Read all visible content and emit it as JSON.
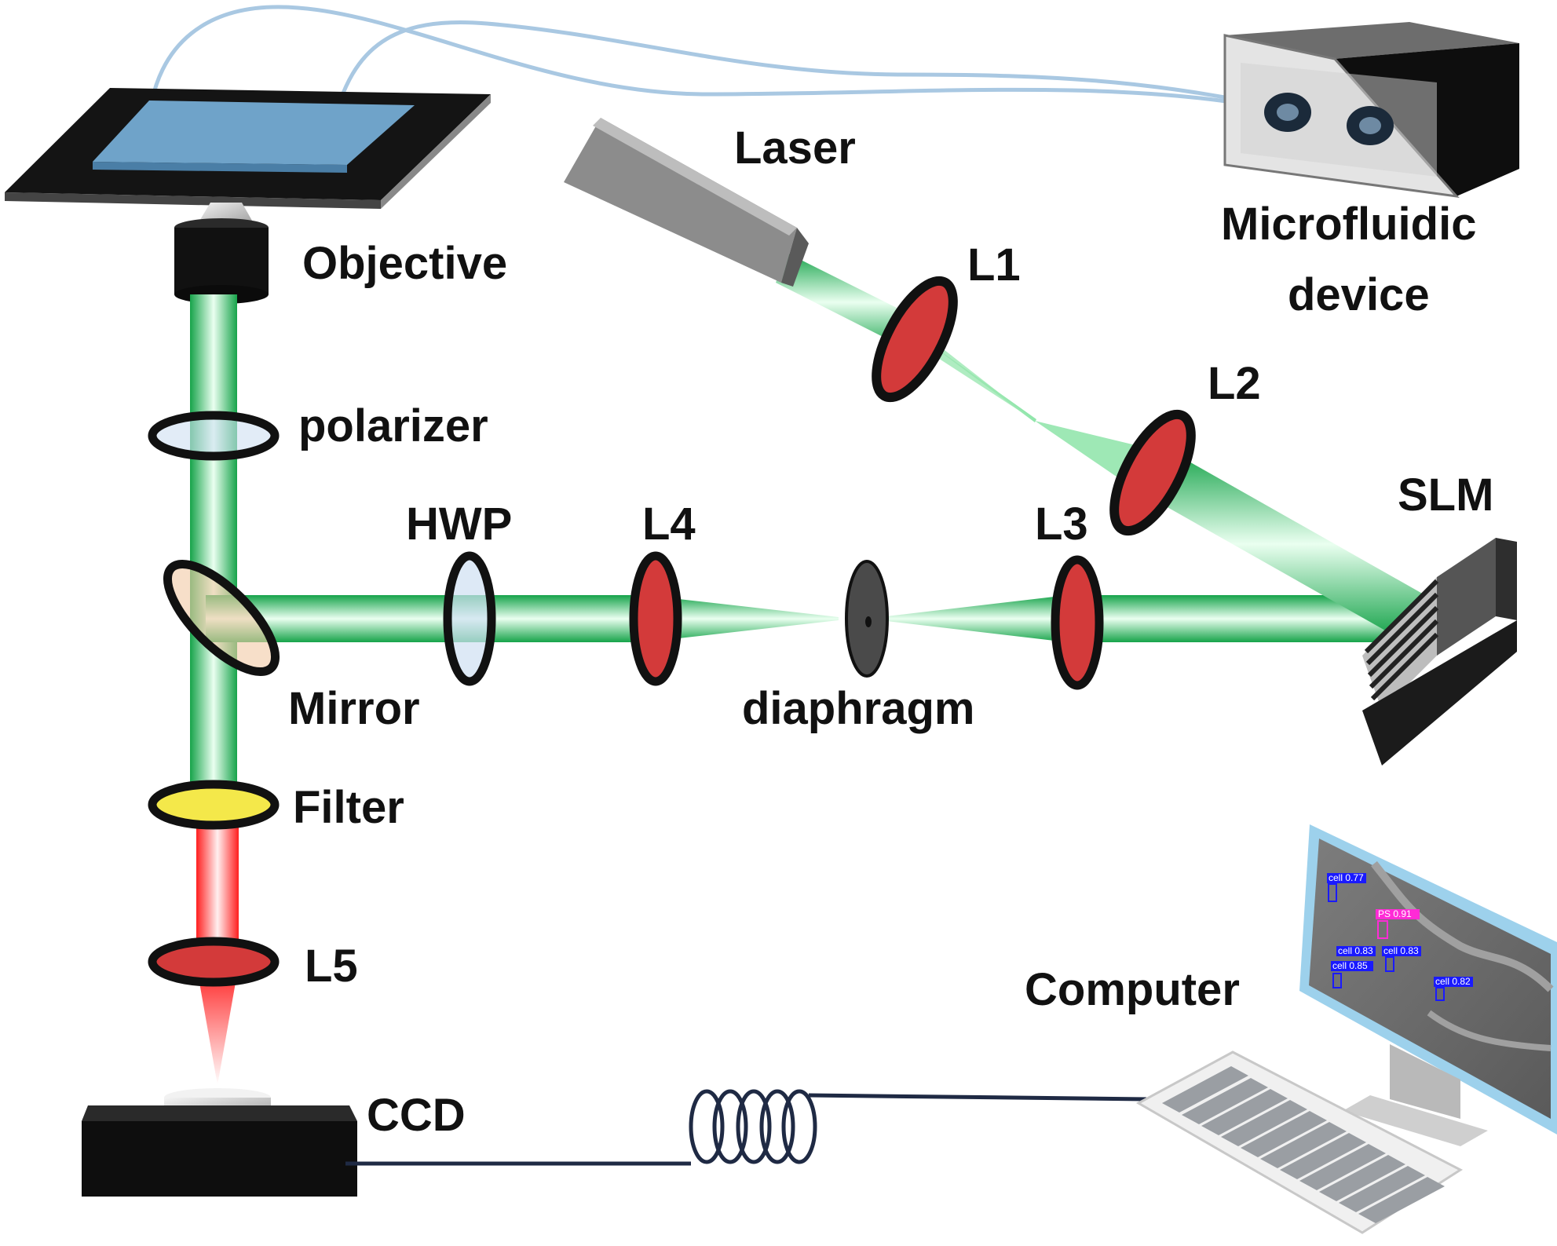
{
  "labels": {
    "laser": "Laser",
    "microfluidic_line1": "Microfluidic",
    "microfluidic_line2": "device",
    "objective": "Objective",
    "l1": "L1",
    "l2": "L2",
    "l3": "L3",
    "l4": "L4",
    "l5": "L5",
    "polarizer": "polarizer",
    "hwp": "HWP",
    "slm": "SLM",
    "mirror": "Mirror",
    "diaphragm": "diaphragm",
    "filter": "Filter",
    "computer": "Computer",
    "ccd": "CCD"
  },
  "screen_detections": [
    {
      "label": "cell 0.77",
      "color": "#1a1aff"
    },
    {
      "label": "PS 0.91",
      "color": "#ff2bd6"
    },
    {
      "label": "cell 0.83",
      "color": "#1a1aff"
    },
    {
      "label": "cell 0.83",
      "color": "#1a1aff"
    },
    {
      "label": "cell 0.85",
      "color": "#1a1aff"
    },
    {
      "label": "cell 0.82",
      "color": "#1a1aff"
    }
  ],
  "colors": {
    "beam_green": "#22c55e",
    "beam_red": "#ff2d2d",
    "lens_red": "#d33a3a",
    "tube_blue": "#a9c8e2"
  }
}
